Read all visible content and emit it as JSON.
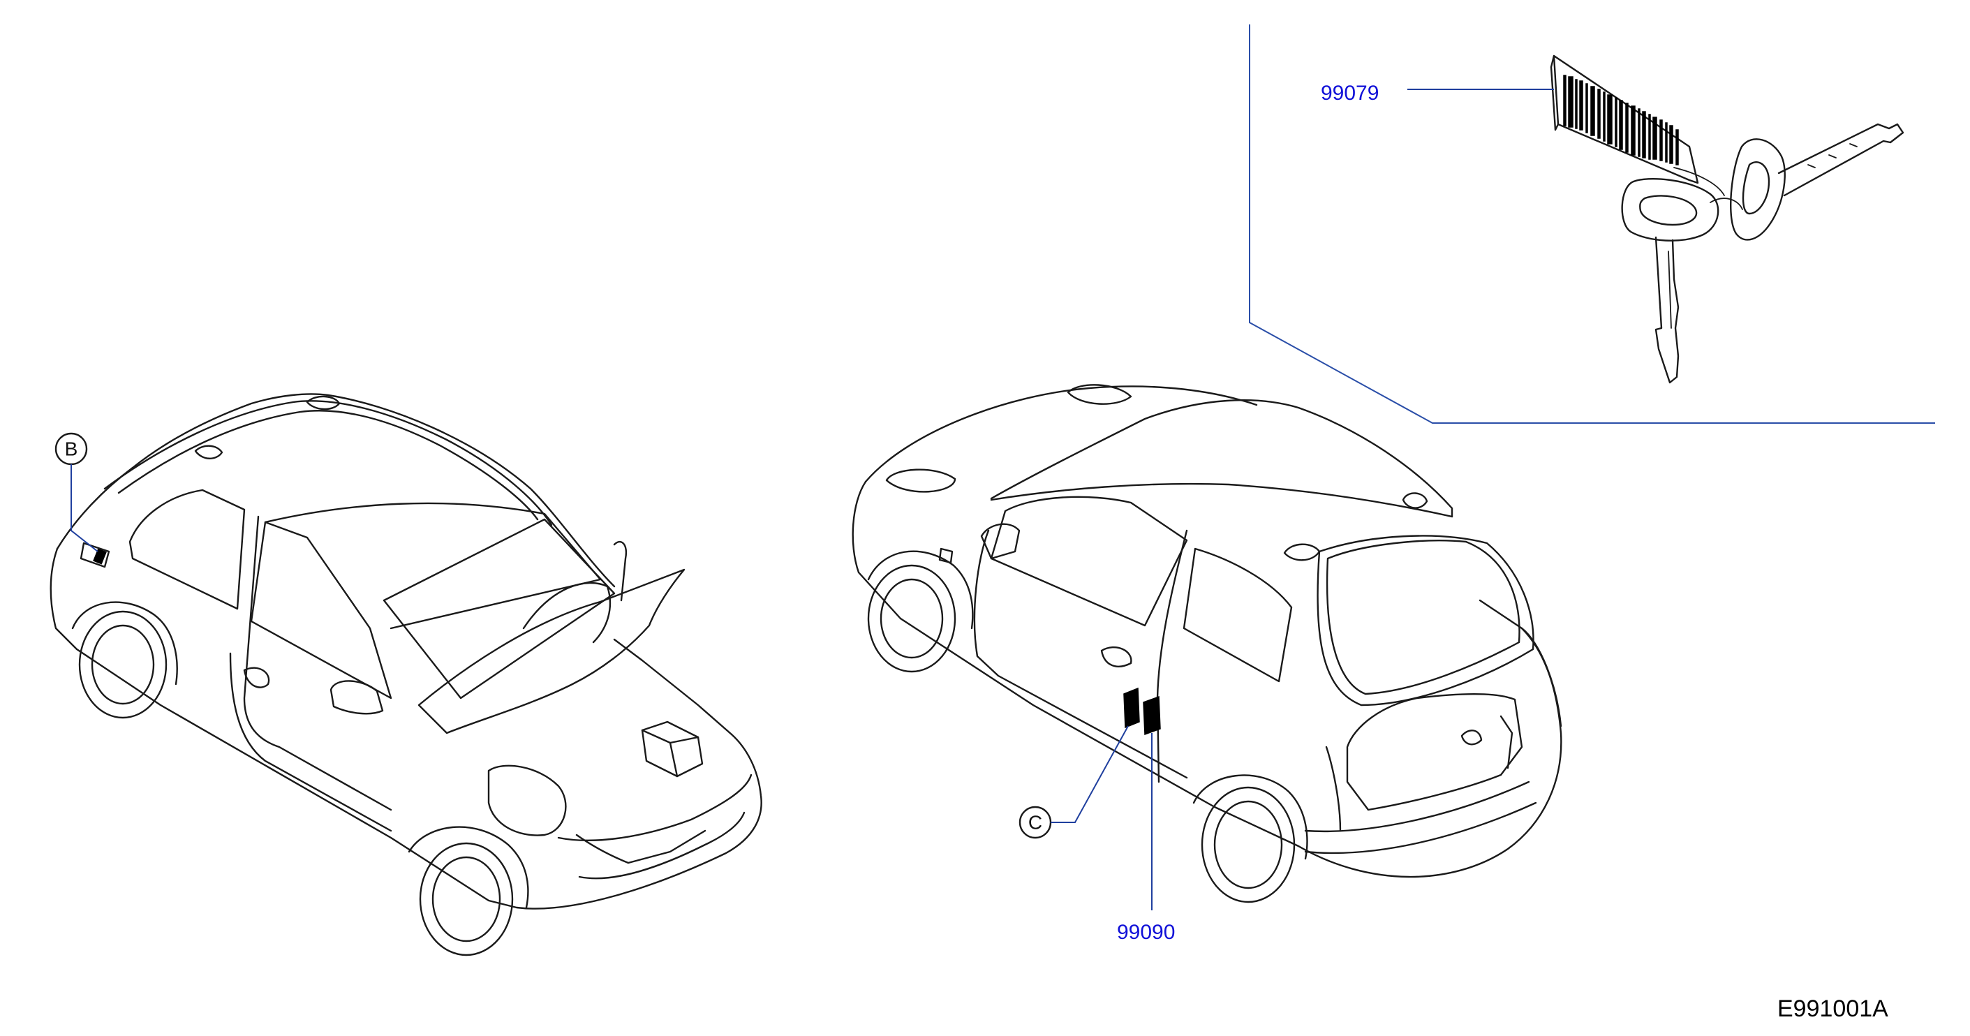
{
  "parts": {
    "key_tag": "99079",
    "door_label": "99090"
  },
  "callouts": {
    "b": "B",
    "c": "C"
  },
  "figure_code": "E991001A",
  "colors": {
    "part_number": "#1010d8",
    "leader": "#1f3f9e",
    "line_art": "#1a1a1a"
  }
}
